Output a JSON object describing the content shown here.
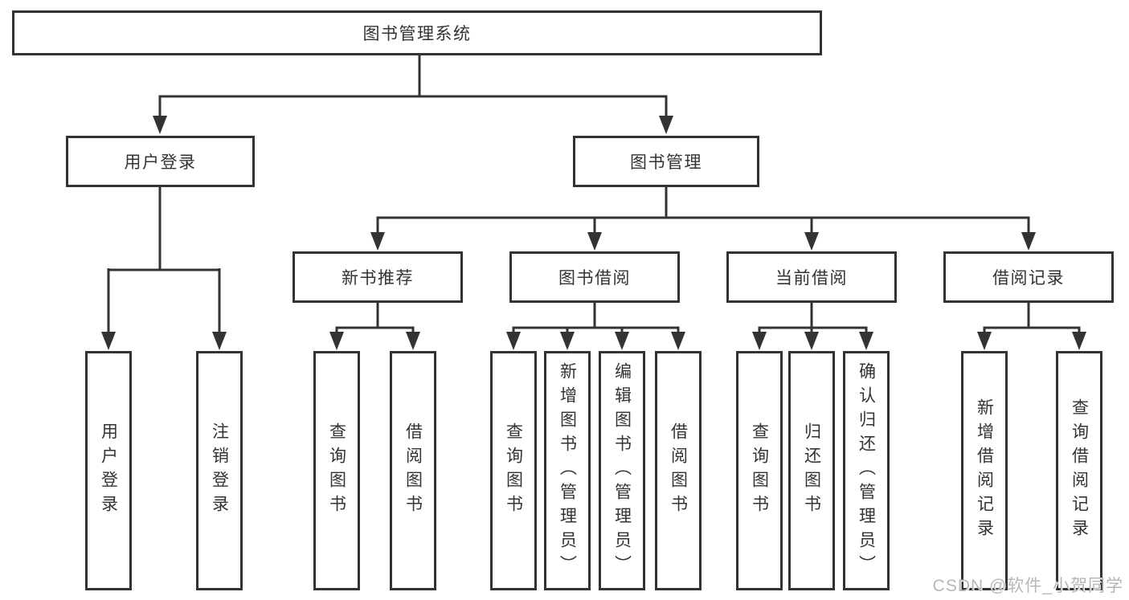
{
  "diagram": {
    "root": {
      "label": "图书管理系统"
    },
    "level2": {
      "user_login": {
        "label": "用户登录"
      },
      "book_management": {
        "label": "图书管理"
      }
    },
    "level3": {
      "new_book_recommend": {
        "label": "新书推荐"
      },
      "book_borrow": {
        "label": "图书借阅"
      },
      "current_borrow": {
        "label": "当前借阅"
      },
      "borrow_records": {
        "label": "借阅记录"
      }
    },
    "leaves": {
      "user_login": [
        "用户登录",
        "注销登录"
      ],
      "new_book_recommend": [
        "查询图书",
        "借阅图书"
      ],
      "book_borrow": [
        "查询图书",
        "新增图书（管理员）",
        "编辑图书（管理员）",
        "借阅图书"
      ],
      "current_borrow": [
        "查询图书",
        "归还图书",
        "确认归还（管理员）"
      ],
      "borrow_records": [
        "新增借阅记录",
        "查询借阅记录"
      ]
    }
  },
  "watermark": {
    "text": "CSDN @软件_小贺同学"
  },
  "colors": {
    "line": "#333333",
    "box_border": "#333333",
    "text": "#333333",
    "background": "#ffffff",
    "watermark": "#b7b7b7"
  }
}
